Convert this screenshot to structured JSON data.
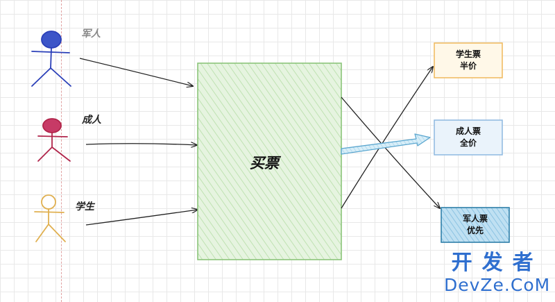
{
  "actors": [
    {
      "label": "军人",
      "color": "#2a3fb8"
    },
    {
      "label": "成人",
      "color": "#b0244a"
    },
    {
      "label": "学生",
      "color": "#e0b050"
    }
  ],
  "center_process": {
    "label": "买票",
    "fill": "#d9efd2",
    "stroke": "#8bc47a"
  },
  "tickets": [
    {
      "line1": "学生票",
      "line2": "半价",
      "fill": "#fff8e8",
      "stroke": "#f0b85a"
    },
    {
      "line1": "成人票",
      "line2": "全价",
      "fill": "#eaf3fb",
      "stroke": "#8db8e0"
    },
    {
      "line1": "军人票",
      "line2": "优先",
      "fill": "#a7d3ec",
      "stroke": "#2e7fa8"
    }
  ],
  "watermark": {
    "cn": "开发者",
    "en": "DevZe.CoM"
  }
}
